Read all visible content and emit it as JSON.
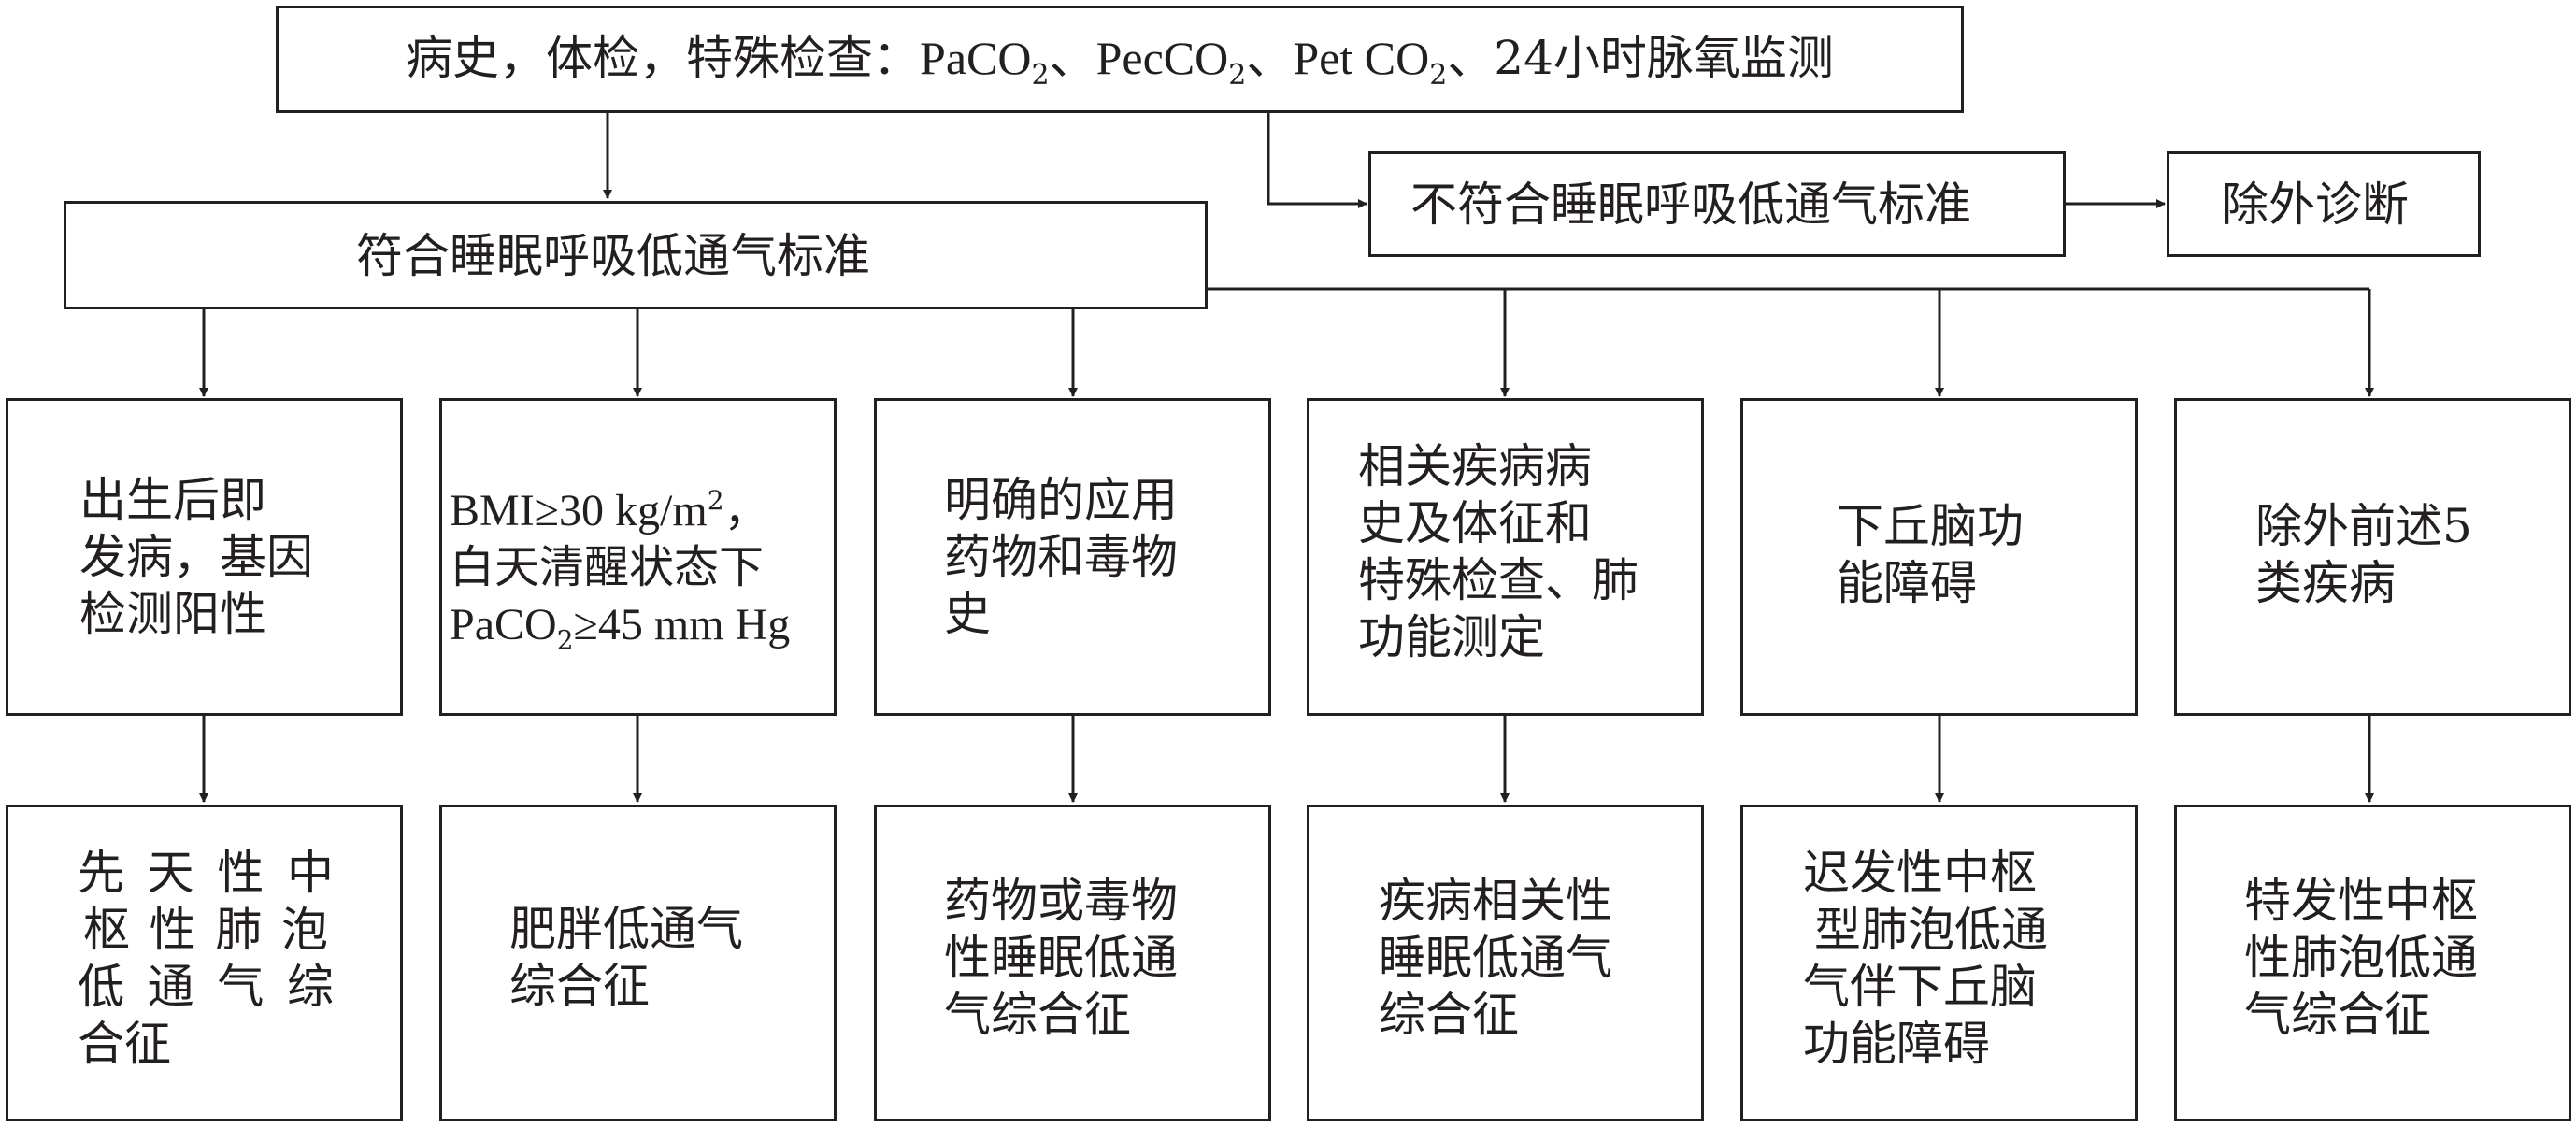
{
  "top": {
    "prefix": "病史，体检，特殊检查：",
    "t1": "PaCO",
    "s1": "2",
    "sep1": "、PecCO",
    "s2": "2",
    "sep2": "、Pet CO",
    "s3": "2",
    "suffix": "、24小时脉氧监测"
  },
  "criteria_met": "符合睡眠呼吸低通气标准",
  "criteria_not_met": "不符合睡眠呼吸低通气标准",
  "exclude": "除外诊断",
  "findings": [
    {
      "lines": [
        "出生后即",
        "发病，基因",
        "检测阳性"
      ]
    },
    {
      "line1_a": "BMI≥30 kg/m",
      "line1_sup": "2",
      "line1_b": "，",
      "line2": "白天清醒状态下",
      "line3_a": "PaCO",
      "line3_sub": "2",
      "line3_b": "≥45 mm Hg"
    },
    {
      "lines": [
        "明确的应用",
        "药物和毒物",
        "史"
      ]
    },
    {
      "lines": [
        "相关疾病病",
        "史及体征和",
        "特殊检查、肺",
        "功能测定"
      ]
    },
    {
      "lines": [
        "下丘脑功",
        "能障碍"
      ]
    },
    {
      "lines": [
        "除外前述5",
        "类疾病"
      ]
    }
  ],
  "diagnoses": [
    {
      "lines": [
        "先天性中",
        "枢性肺泡",
        "低通气综",
        "合征"
      ]
    },
    {
      "lines": [
        "肥胖低通气",
        "综合征"
      ]
    },
    {
      "lines": [
        "药物或毒物",
        "性睡眠低通",
        "气综合征"
      ]
    },
    {
      "lines": [
        "疾病相关性",
        "睡眠低通气",
        "综合征"
      ]
    },
    {
      "lines": [
        "迟发性中枢",
        "型肺泡低通",
        "气伴下丘脑",
        "功能障碍"
      ]
    },
    {
      "lines": [
        "特发性中枢",
        "性肺泡低通",
        "气综合征"
      ]
    }
  ]
}
